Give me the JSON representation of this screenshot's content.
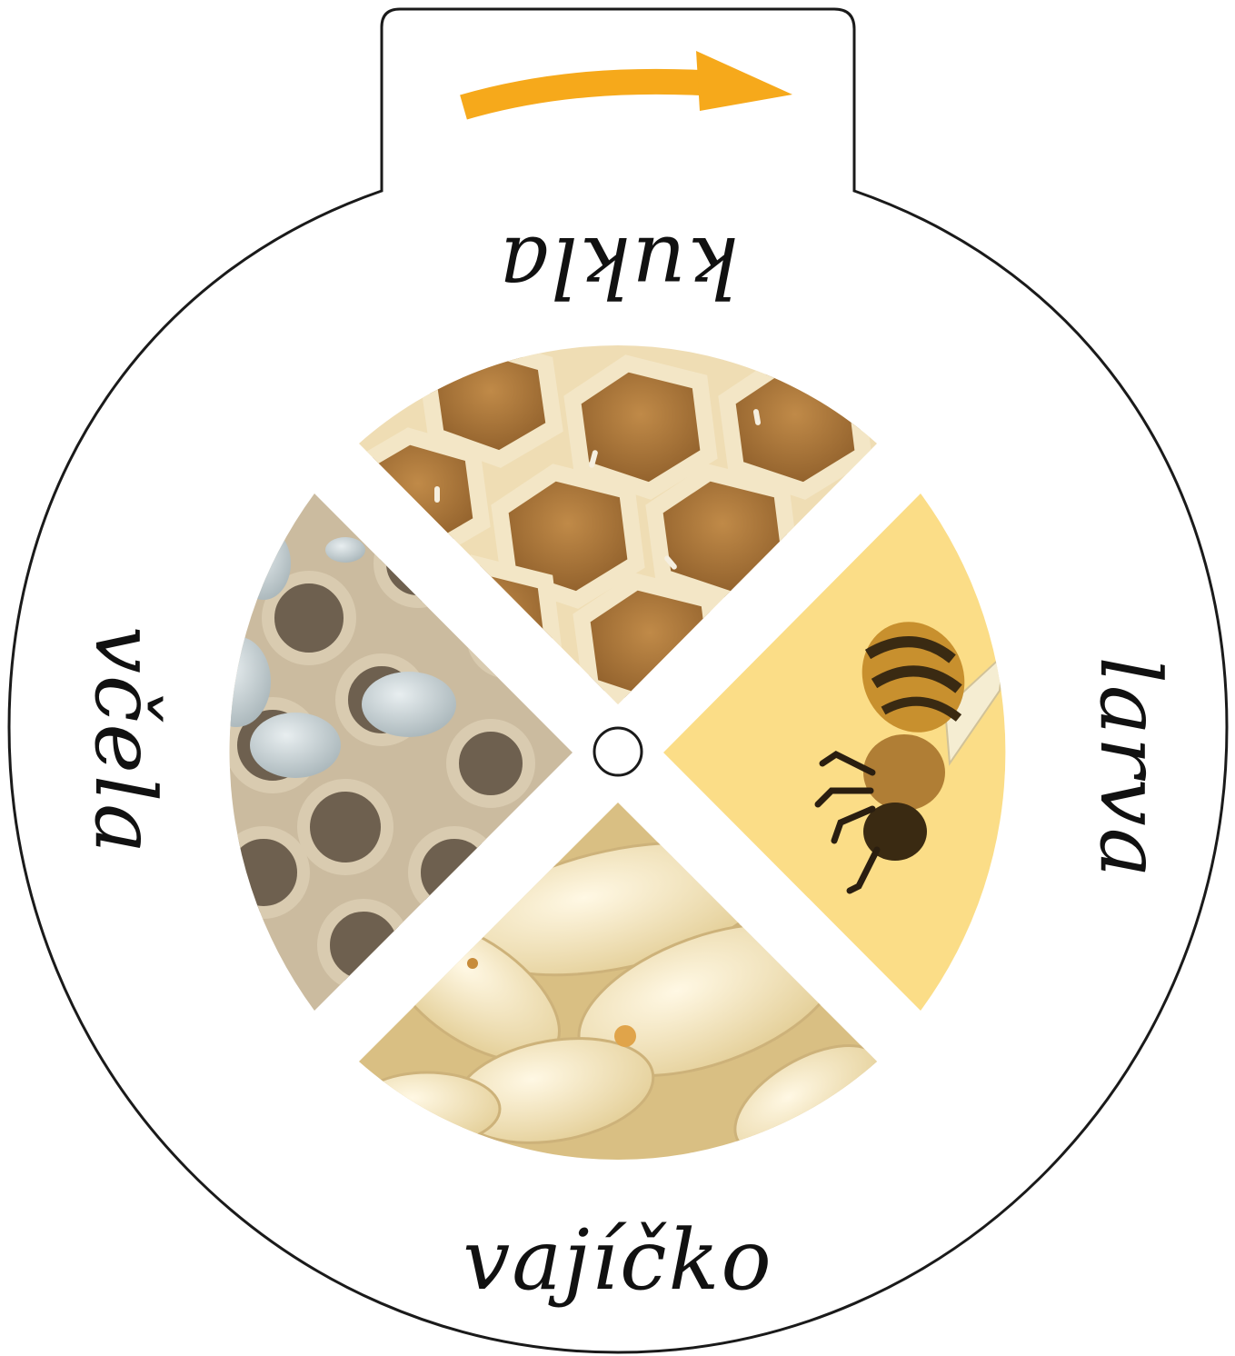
{
  "stages": [
    {
      "id": "kukla",
      "label": "kukla"
    },
    {
      "id": "larva",
      "label": "larva"
    },
    {
      "id": "vajicko",
      "label": "vajíčko"
    },
    {
      "id": "vcela",
      "label": "včela"
    }
  ],
  "colors": {
    "arrow": "#F6A91B",
    "outline": "#1a1a1a",
    "background": "#ffffff",
    "sector_bee_bg": "#FBDD87",
    "sector_honeycomb_cell": "#B07A3C",
    "sector_honeycomb_wall": "#F1E2BE",
    "sector_pupae_bg": "#C8B79C",
    "sector_pupae_cell": "#7A6B57",
    "sector_larvae_bg": "#F4E7C4"
  },
  "icons": {
    "rotation_arrow": "arrow-right-curved-icon",
    "center_pin": "circle-icon"
  }
}
